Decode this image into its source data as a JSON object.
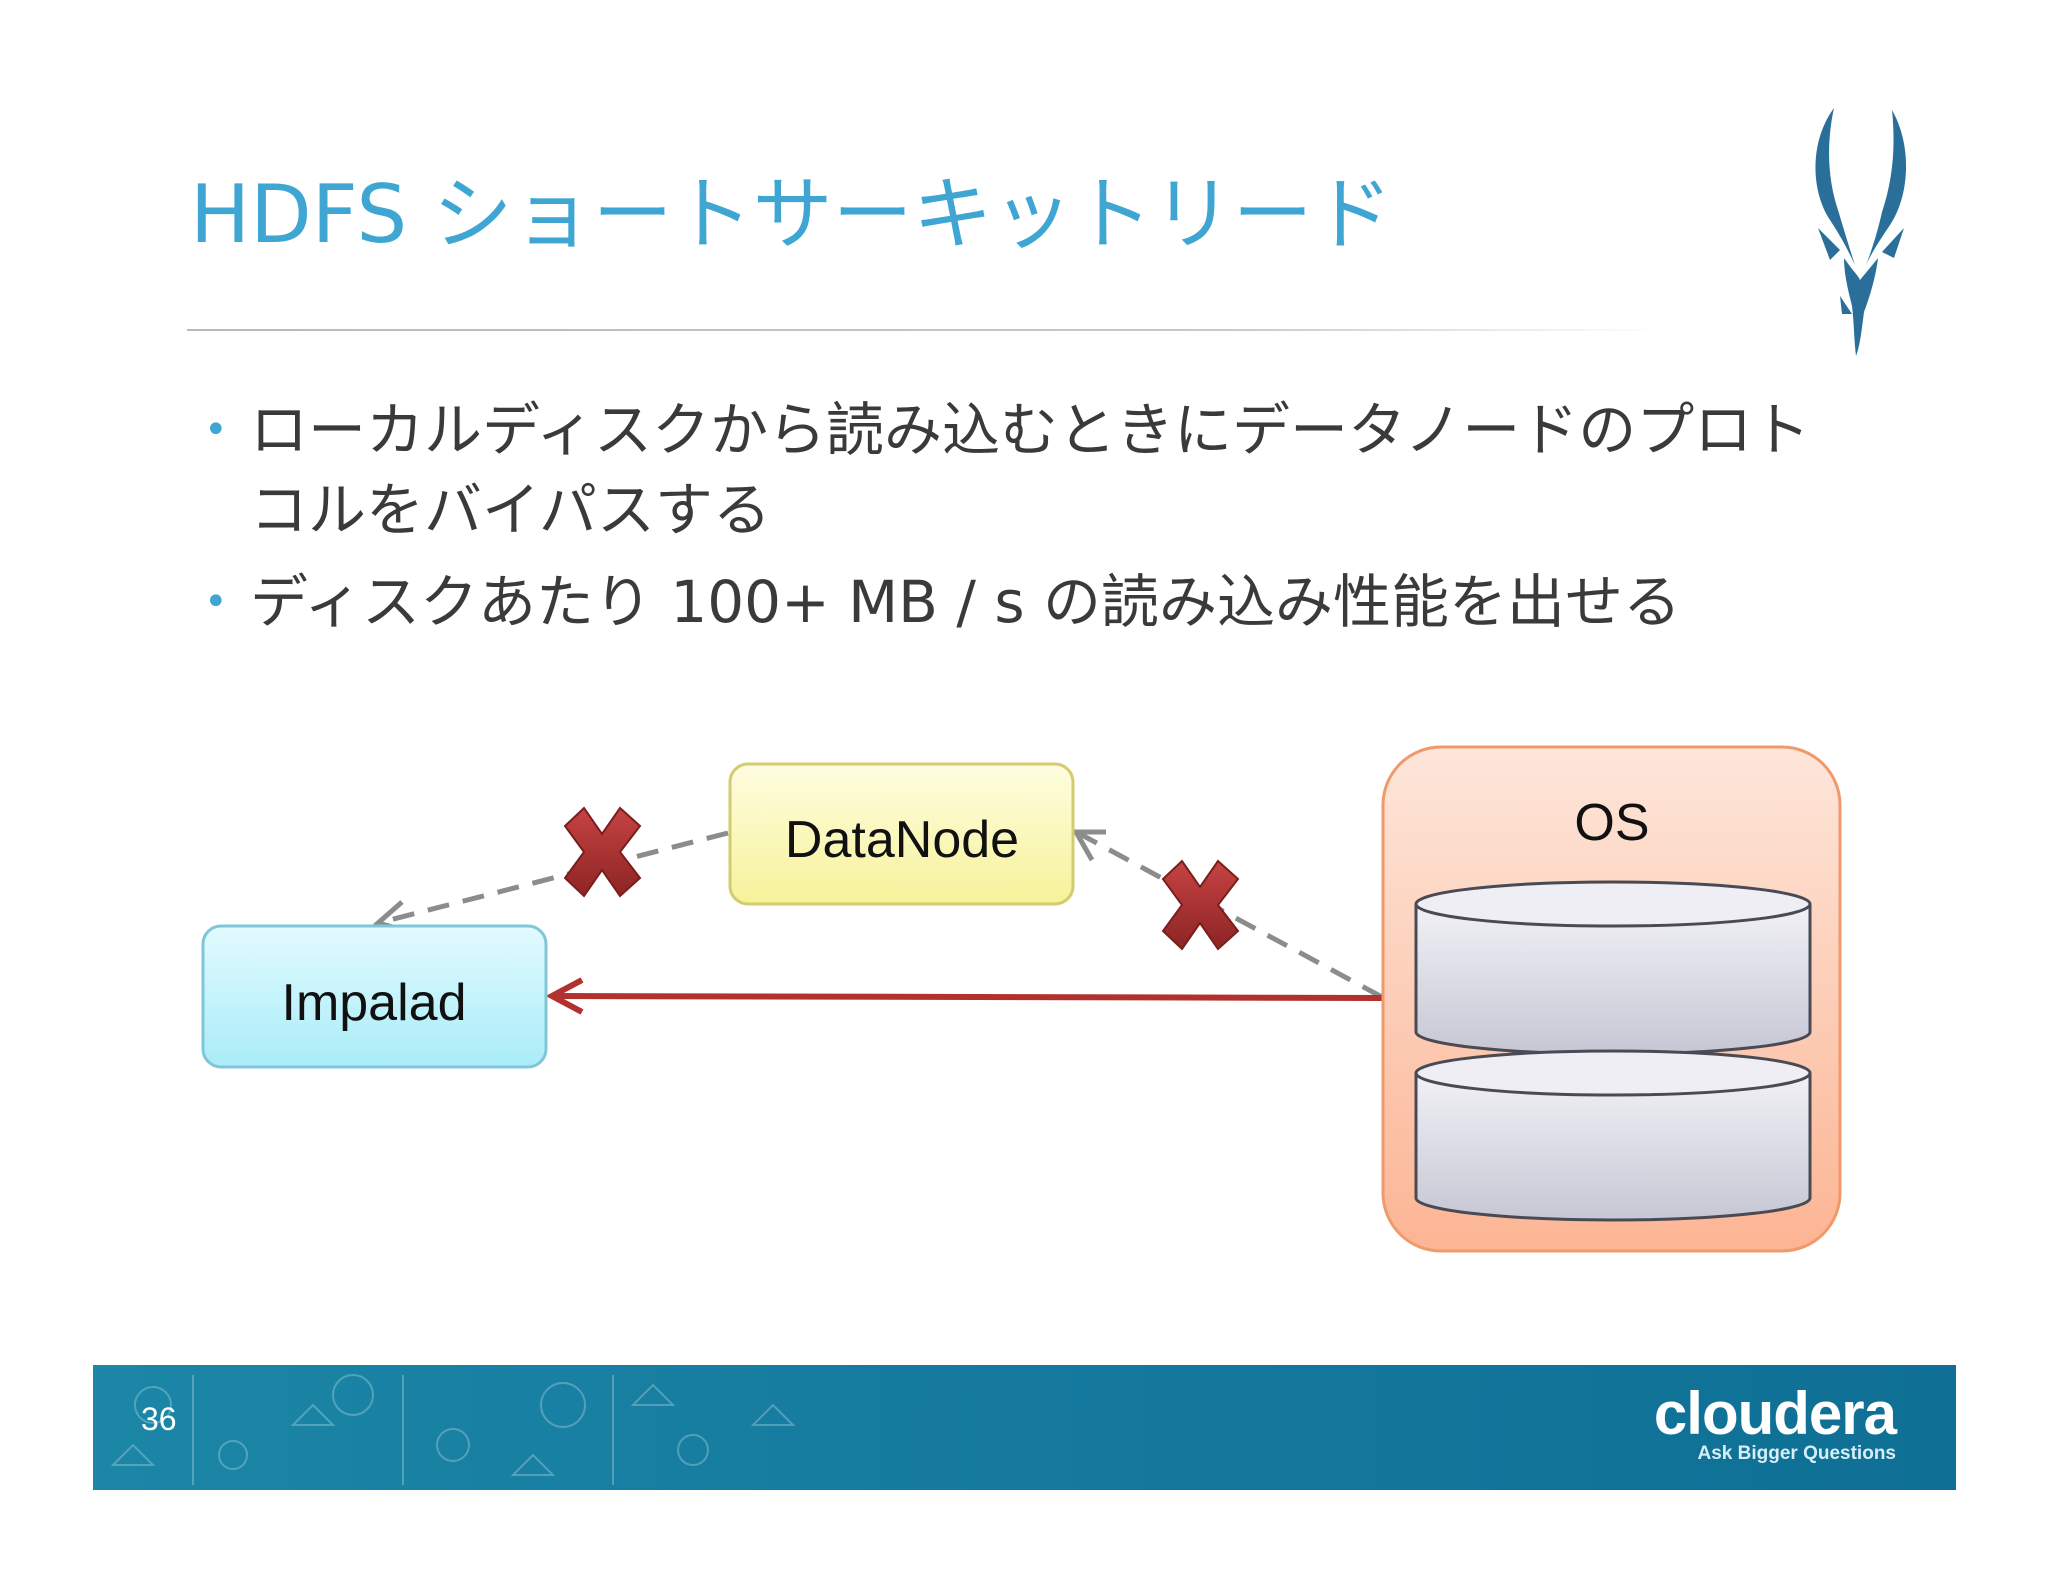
{
  "slide": {
    "title": "HDFS ショートサーキットリード",
    "page_number": "36",
    "bullets": [
      "ローカルディスクから読み込むときにデータノードのプロトコルをバイパスする",
      "ディスクあたり 100+ MB / s の読み込み性能を出せる"
    ]
  },
  "diagram": {
    "impalad_label": "Impalad",
    "datanode_label": "DataNode",
    "os_label": "OS"
  },
  "footer": {
    "brand_name": "cloudera",
    "brand_tagline": "Ask Bigger Questions"
  },
  "colors": {
    "title": "#3fa6d3",
    "arrow": "#b2312e",
    "cross": "#a83232",
    "impalad_fill": "#bff0fb",
    "datanode_fill": "#fbf7b4",
    "os_fill": "#fdc8b0",
    "footer": "#157a9e"
  }
}
